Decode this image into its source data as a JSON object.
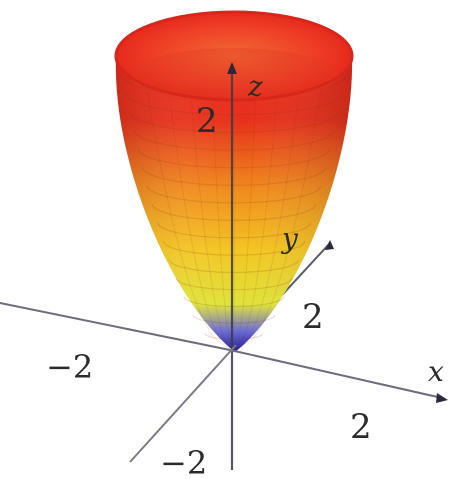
{
  "figure": {
    "axes": {
      "x": {
        "name": "x",
        "tick_positive": "2",
        "tick_negative": "−2"
      },
      "y": {
        "name": "y",
        "tick_positive": "2",
        "tick_negative": "−2"
      },
      "z": {
        "name": "z",
        "tick_positive": "2"
      }
    },
    "surface": {
      "shape": "paraboloid",
      "colormap": [
        "#1a1aa0",
        "#6a6ad8",
        "#e8ec2a",
        "#f7c51f",
        "#f47a18",
        "#e8261a",
        "#ee3a2c"
      ]
    },
    "colors": {
      "axis_line": "#3a3a4a",
      "background": "#ffffff"
    }
  }
}
